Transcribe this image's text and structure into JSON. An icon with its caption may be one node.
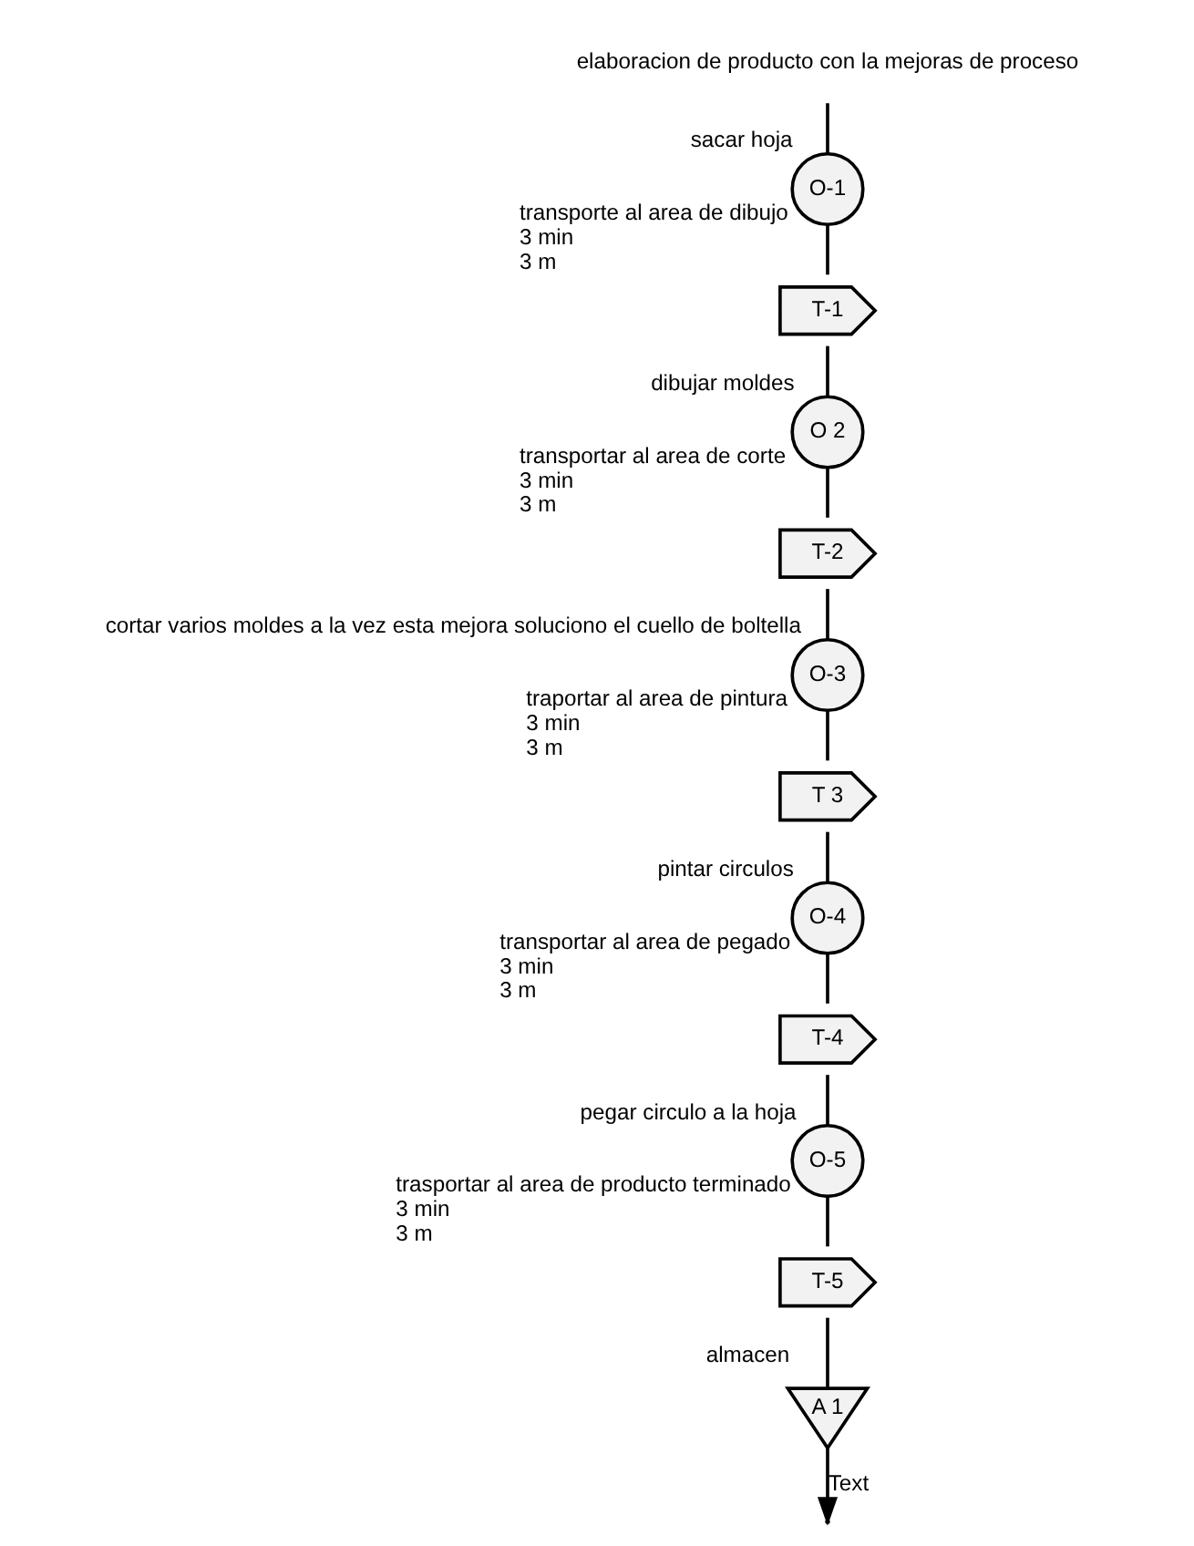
{
  "diagram": {
    "nodes": [
      {
        "text": [
          "elaboracion de producto con la mejoras de proceso"
        ]
      },
      {
        "text": [
          "O-1"
        ],
        "beside": [
          "sacar hoja"
        ]
      },
      {
        "text": [
          "T-1"
        ],
        "beside": [
          "transporte al area de dibujo",
          "3 min",
          "3 m"
        ]
      },
      {
        "text": [
          "O 2"
        ],
        "beside": [
          "dibujar moldes"
        ]
      },
      {
        "text": [
          "T-2"
        ],
        "beside": [
          "transportar al area de corte",
          "3 min",
          "3 m"
        ]
      },
      {
        "text": [
          "O-3"
        ],
        "beside": [
          "cortar varios moldes a la vez esta mejora soluciono el cuello de boltella"
        ]
      },
      {
        "text": [
          "T 3"
        ],
        "beside": [
          "traportar al area de pintura",
          "3 min",
          "3 m"
        ]
      },
      {
        "text": [
          "O-4"
        ],
        "beside": [
          "pintar circulos"
        ]
      },
      {
        "text": [
          "T-4"
        ],
        "beside": [
          "transportar al area de pegado",
          "3 min",
          "3 m"
        ]
      },
      {
        "text": [
          "O-5"
        ],
        "beside": [
          "pegar circulo a la hoja"
        ]
      },
      {
        "text": [
          "T-5"
        ],
        "beside": [
          "trasportar al area de producto terminado",
          "3 min",
          "3 m"
        ]
      },
      {
        "text": [
          "A 1"
        ],
        "beside": [
          "almacen"
        ]
      }
    ],
    "edges": [
      {
        "from": 0,
        "to": 1,
        "arrow": "none"
      },
      {
        "from": 1,
        "to": 2,
        "arrow": "none"
      },
      {
        "from": 2,
        "to": 3,
        "arrow": "none"
      },
      {
        "from": 3,
        "to": 4,
        "arrow": "none"
      },
      {
        "from": 4,
        "to": 5,
        "arrow": "none"
      },
      {
        "from": 5,
        "to": 6,
        "arrow": "none"
      },
      {
        "from": 6,
        "to": 7,
        "arrow": "none"
      },
      {
        "from": 7,
        "to": 8,
        "arrow": "none"
      },
      {
        "from": 8,
        "to": 9,
        "arrow": "none"
      },
      {
        "from": 9,
        "to": 10,
        "arrow": "none"
      },
      {
        "from": 10,
        "to": 11,
        "arrow": "none"
      },
      {
        "from": 11,
        "to": null,
        "label": "Text",
        "arrow": "to"
      }
    ]
  }
}
